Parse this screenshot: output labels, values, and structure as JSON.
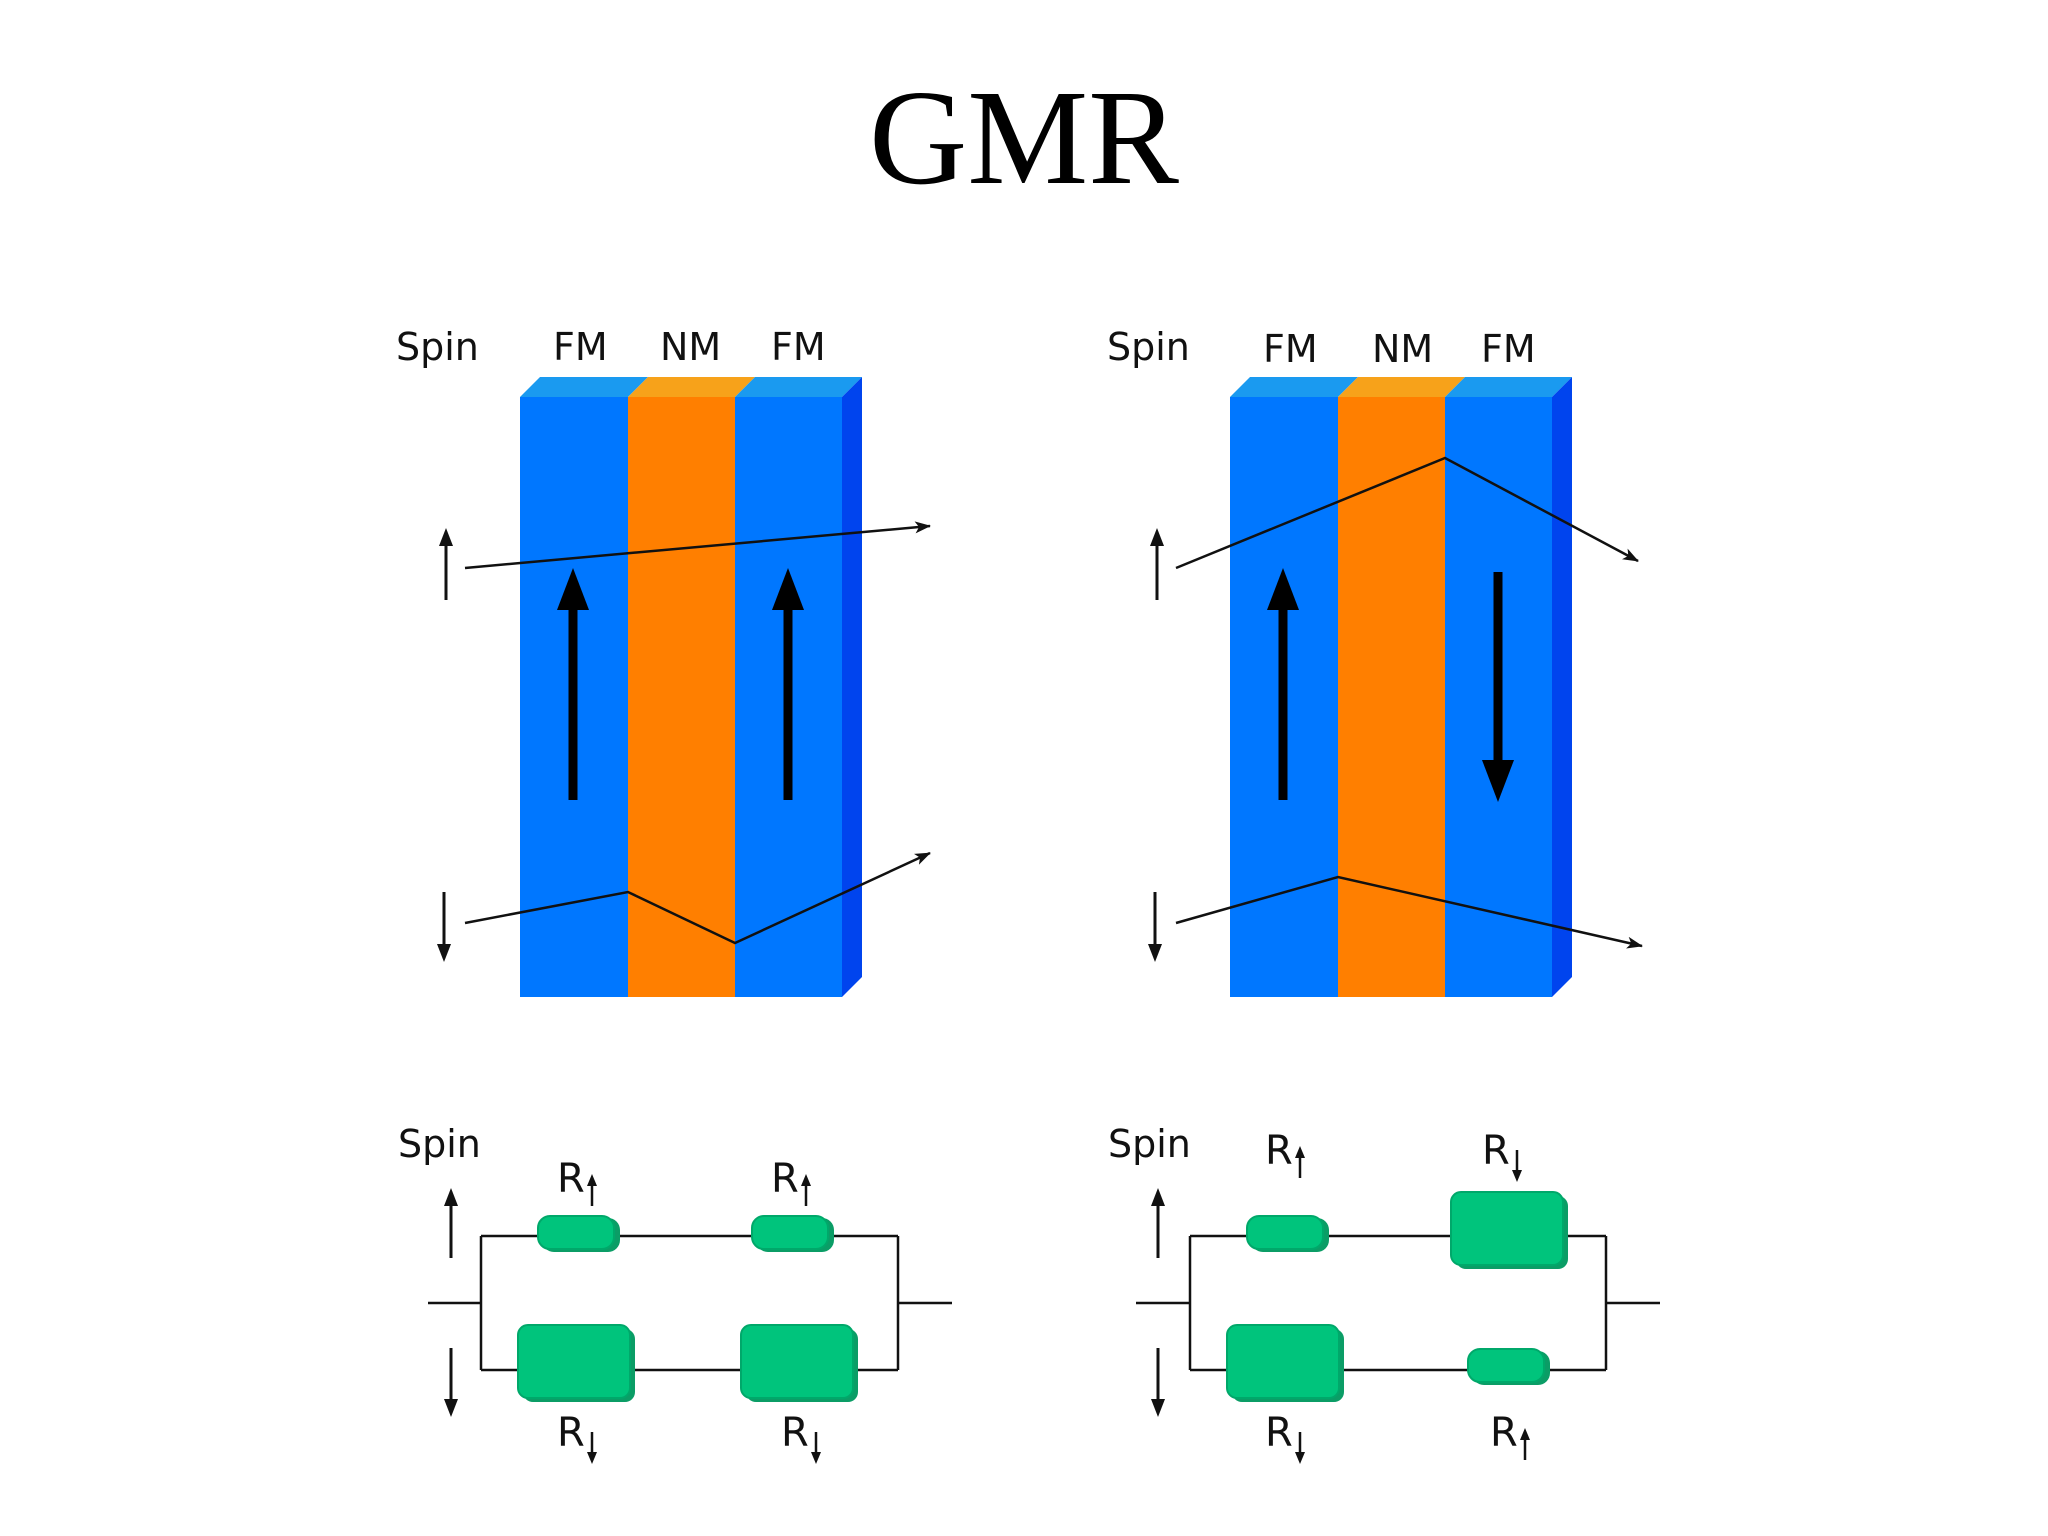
{
  "title": "GMR",
  "labels": {
    "spin": "Spin",
    "fm": "FM",
    "nm": "NM",
    "r": "R"
  },
  "colors": {
    "fm_layer": "#0077ff",
    "fm_top": "#1a9af0",
    "nm_layer": "#ff7f00",
    "nm_top": "#f7a21a",
    "side": "#0044ee",
    "resistor": "#00c47c",
    "line": "#111111"
  },
  "panels": [
    {
      "name": "parallel",
      "fm1_magnetization": "up",
      "fm2_magnetization": "up",
      "circuit": {
        "top_branch": [
          "up",
          "up"
        ],
        "bottom_branch": [
          "down",
          "down"
        ],
        "top_sizes": [
          "small",
          "small"
        ],
        "bottom_sizes": [
          "large",
          "large"
        ]
      }
    },
    {
      "name": "antiparallel",
      "fm1_magnetization": "up",
      "fm2_magnetization": "down",
      "circuit": {
        "top_branch": [
          "up",
          "down"
        ],
        "bottom_branch": [
          "down",
          "up"
        ],
        "top_sizes": [
          "small",
          "large"
        ],
        "bottom_sizes": [
          "large",
          "small"
        ]
      }
    }
  ]
}
